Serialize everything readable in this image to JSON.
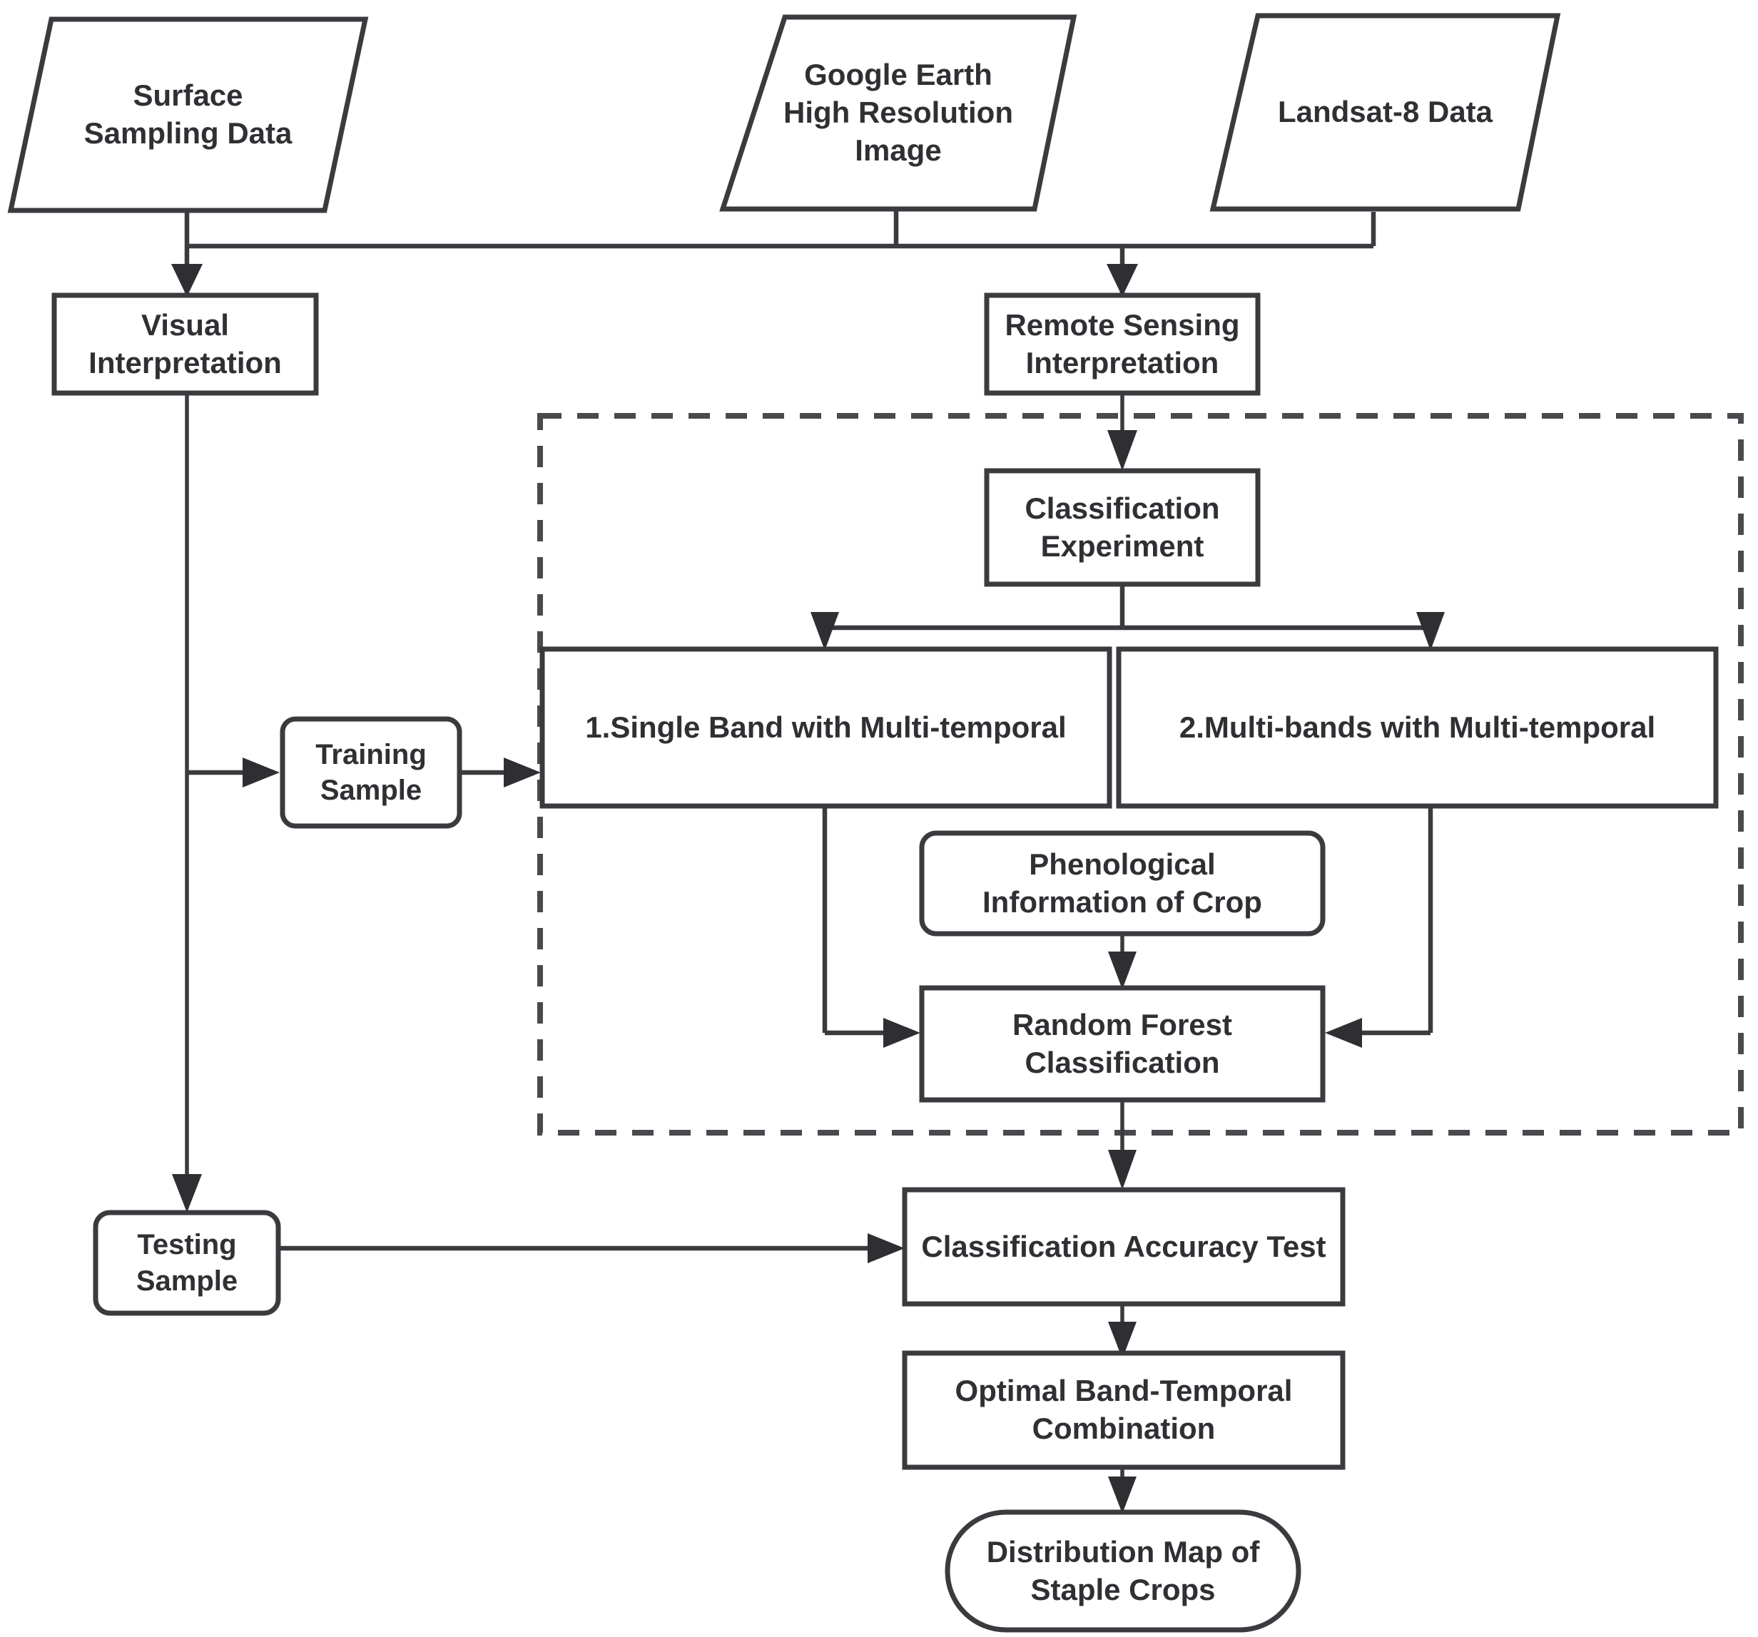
{
  "diagram": {
    "type": "flowchart",
    "title": "Crop classification workflow",
    "palette": {
      "background": "#ffffff",
      "stroke": "#3b3b3f",
      "text": "#303034",
      "dashed_group_stroke": "#4a4a4e"
    },
    "nodes": [
      {
        "id": "surface-sampling-data",
        "shape": "parallelogram",
        "label": "Surface\nSampling Data"
      },
      {
        "id": "google-earth-image",
        "shape": "parallelogram",
        "label": "Google Earth\nHigh Resolution\nImage"
      },
      {
        "id": "landsat8-data",
        "shape": "parallelogram",
        "label": "Landsat-8 Data"
      },
      {
        "id": "visual-interpretation",
        "shape": "rectangle",
        "label": "Visual\nInterpretation"
      },
      {
        "id": "remote-sensing-interpretation",
        "shape": "rectangle",
        "label": "Remote Sensing\nInterpretation"
      },
      {
        "id": "classification-experiment",
        "shape": "rectangle",
        "label": "Classification\nExperiment"
      },
      {
        "id": "training-sample",
        "shape": "rounded-rectangle",
        "label": "Training\nSample"
      },
      {
        "id": "single-band-multi-temporal",
        "shape": "rectangle",
        "label": "1.Single Band with Multi-temporal"
      },
      {
        "id": "multi-bands-multi-temporal",
        "shape": "rectangle",
        "label": "2.Multi-bands with Multi-temporal"
      },
      {
        "id": "phenological-information",
        "shape": "rounded-rectangle",
        "label": "Phenological\nInformation of Crop"
      },
      {
        "id": "random-forest-classification",
        "shape": "rectangle",
        "label": "Random Forest\nClassification"
      },
      {
        "id": "testing-sample",
        "shape": "rounded-rectangle",
        "label": "Testing\nSample"
      },
      {
        "id": "classification-accuracy-test",
        "shape": "rectangle",
        "label": "Classification Accuracy Test"
      },
      {
        "id": "optimal-band-temporal-combination",
        "shape": "rectangle",
        "label": "Optimal Band-Temporal\nCombination"
      },
      {
        "id": "distribution-map",
        "shape": "stadium",
        "label": "Distribution Map of\nStaple Crops"
      }
    ],
    "groups": [
      {
        "id": "classification-experiment-group",
        "style": "dashed",
        "label": ""
      }
    ],
    "edges": [
      {
        "from": "surface-sampling-data",
        "to": "visual-interpretation"
      },
      {
        "from": "google-earth-image",
        "to": "remote-sensing-interpretation"
      },
      {
        "from": "landsat8-data",
        "to": "remote-sensing-interpretation"
      },
      {
        "from": "remote-sensing-interpretation",
        "to": "classification-experiment"
      },
      {
        "from": "classification-experiment",
        "to": "single-band-multi-temporal"
      },
      {
        "from": "classification-experiment",
        "to": "multi-bands-multi-temporal"
      },
      {
        "from": "visual-interpretation",
        "to": "training-sample"
      },
      {
        "from": "visual-interpretation",
        "to": "testing-sample"
      },
      {
        "from": "training-sample",
        "to": "single-band-multi-temporal"
      },
      {
        "from": "single-band-multi-temporal",
        "to": "random-forest-classification"
      },
      {
        "from": "multi-bands-multi-temporal",
        "to": "random-forest-classification"
      },
      {
        "from": "phenological-information",
        "to": "random-forest-classification"
      },
      {
        "from": "random-forest-classification",
        "to": "classification-accuracy-test"
      },
      {
        "from": "testing-sample",
        "to": "classification-accuracy-test"
      },
      {
        "from": "classification-accuracy-test",
        "to": "optimal-band-temporal-combination"
      },
      {
        "from": "optimal-band-temporal-combination",
        "to": "distribution-map"
      }
    ]
  }
}
